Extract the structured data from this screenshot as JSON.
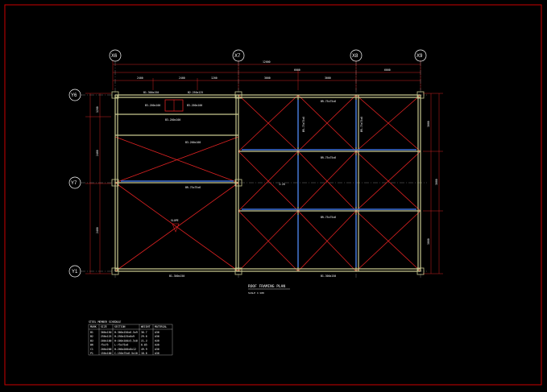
{
  "drawing": {
    "title": "ROOF FRAMING PLAN",
    "scale_note": "SCALE 1:100",
    "colors": {
      "background": "#000000",
      "border": "#cc0000",
      "dimension": "#cc2222",
      "bracing": "#dd2222",
      "beam": "#c8c890",
      "column": "#3a6fd8",
      "text": "#ffffff"
    },
    "grid_columns": [
      "X6",
      "X7",
      "X8",
      "X9"
    ],
    "grid_rows": [
      "Y6",
      "Y7",
      "Y1"
    ],
    "dimensions": {
      "overall_top": "12000",
      "bay_top": [
        "6000",
        "6000"
      ],
      "sub_top": [
        "2400",
        "2400",
        "1200",
        "3000",
        "3000"
      ],
      "right_side": [
        "3000",
        "3000",
        "3000"
      ],
      "left_side": [
        "1200",
        "2400",
        "2400"
      ]
    },
    "member_tags": {
      "top_beams": [
        "B1-300x150",
        "B2-250x125"
      ],
      "mid_beams": [
        "B3-200x100",
        "B3-200x100",
        "B3-200x100",
        "B3-200x100"
      ],
      "bottom_beams": [
        "B1-300x150",
        "B1-300x150"
      ],
      "braces": [
        "BR-75x75x6",
        "BR-75x75x6",
        "BR-75x75x6",
        "BR-75x75x6",
        "BR-75x75x6",
        "BR-75x75x6"
      ],
      "slope_note": "SLOPE",
      "slope_value": "1:20"
    },
    "schedule": {
      "title": "STEEL MEMBER SCHEDULE",
      "headers": [
        "MARK",
        "SIZE",
        "SECTION",
        "WEIGHT",
        "MATERIAL"
      ],
      "rows": [
        [
          "B1",
          "300x150",
          "H-300x150x6.5x9",
          "36.7",
          "A36"
        ],
        [
          "B2",
          "250x125",
          "H-250x125x6x9",
          "29.6",
          "A36"
        ],
        [
          "B3",
          "200x100",
          "H-200x100x5.5x8",
          "21.3",
          "A36"
        ],
        [
          "BR",
          "75x75",
          "L-75x75x6",
          "6.85",
          "A36"
        ],
        [
          "C1",
          "200x200",
          "H-200x200x8x12",
          "49.9",
          "A36"
        ],
        [
          "P1",
          "150x100",
          "C-150x75x6.5x10",
          "18.6",
          "A36"
        ]
      ]
    }
  }
}
